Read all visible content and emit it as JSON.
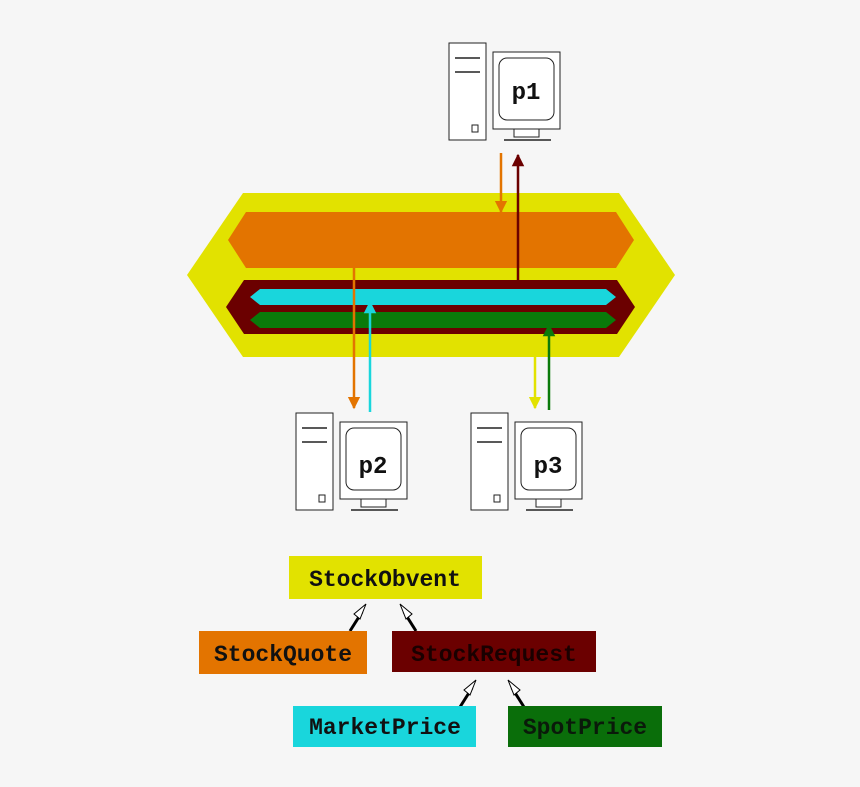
{
  "hosts": {
    "p1": {
      "label": "p1"
    },
    "p2": {
      "label": "p2"
    },
    "p3": {
      "label": "p3"
    }
  },
  "hierarchy": {
    "root": {
      "label": "StockObvent",
      "color": "#e2e200"
    },
    "quote": {
      "label": "StockQuote",
      "color": "#e37400"
    },
    "request": {
      "label": "StockRequest",
      "color": "#6b0000"
    },
    "market": {
      "label": "MarketPrice",
      "color": "#19d6dc"
    },
    "spot": {
      "label": "SpotPrice",
      "color": "#0a6e0a"
    }
  },
  "colors": {
    "outer_band": "#e2e200",
    "quote_band": "#e37400",
    "request_band": "#6b0000",
    "market_band": "#19d6dc",
    "spot_band": "#0a7a0a",
    "background": "#f6f6f6"
  }
}
